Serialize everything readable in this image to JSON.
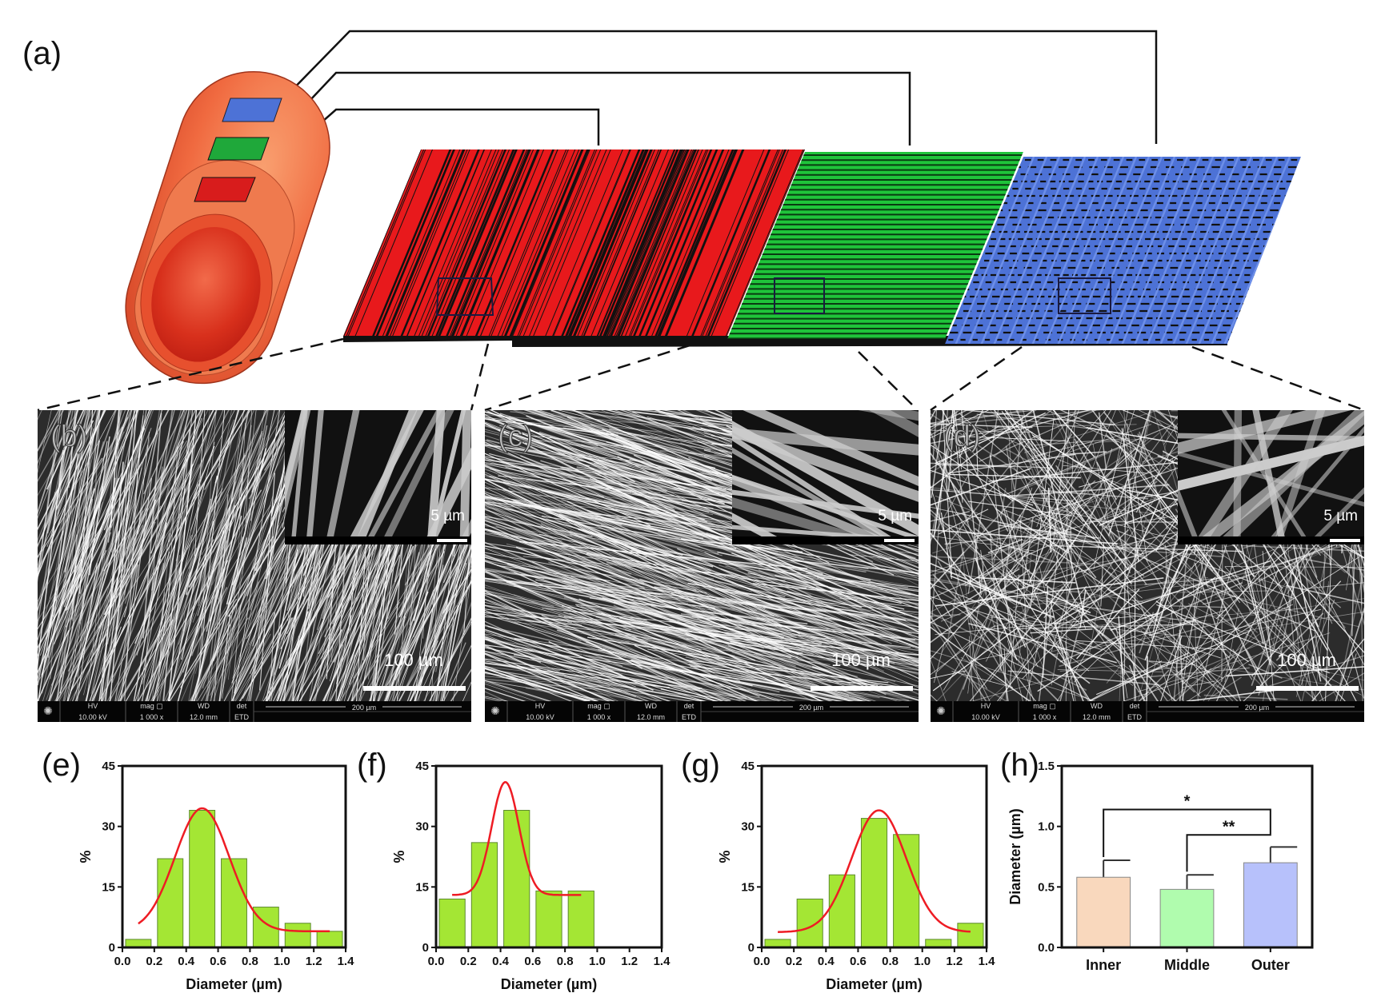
{
  "panel_labels": {
    "a": "(a)",
    "e": "(e)",
    "f": "(f)",
    "g": "(g)",
    "h": "(h)"
  },
  "colors": {
    "inner_layer": "#e8191c",
    "middle_layer": "#1fc43a",
    "outer_layer": "#4d72d6",
    "hist_bar": "#a4e634",
    "fit_line": "#ee1c24"
  },
  "sem": [
    {
      "label": "(b)",
      "scale_main": "100 µm",
      "scale_inset": "5 µm",
      "databar": {
        "hv_label": "HV",
        "hv": "10.00 kV",
        "mag_label": "mag ▢",
        "mag": "1 000 x",
        "wd_label": "WD",
        "wd": "12.0 mm",
        "det_label": "det",
        "det": "ETD",
        "hfw": "200 µm"
      }
    },
    {
      "label": "(c)",
      "scale_main": "100 µm",
      "scale_inset": "5 µm",
      "databar": {
        "hv_label": "HV",
        "hv": "10.00 kV",
        "mag_label": "mag ▢",
        "mag": "1 000 x",
        "wd_label": "WD",
        "wd": "12.0 mm",
        "det_label": "det",
        "det": "ETD",
        "hfw": "200 µm"
      }
    },
    {
      "label": "(d)",
      "scale_main": "100 µm",
      "scale_inset": "5 µm",
      "databar": {
        "hv_label": "HV",
        "hv": "10.00 kV",
        "mag_label": "mag ▢",
        "mag": "1 000 x",
        "wd_label": "WD",
        "wd": "12.0 mm",
        "det_label": "det",
        "det": "ETD",
        "hfw": "200 µm"
      }
    }
  ],
  "chart_data": [
    {
      "id": "e",
      "type": "bar",
      "title": "",
      "xlabel": "Diameter (µm)",
      "ylabel": "%",
      "xlim": [
        0,
        1.4
      ],
      "ylim": [
        0,
        45
      ],
      "xticks": [
        "0.0",
        "0.2",
        "0.4",
        "0.6",
        "0.8",
        "1.0",
        "1.2",
        "1.4"
      ],
      "yticks": [
        "0",
        "15",
        "30",
        "45"
      ],
      "x": [
        0.1,
        0.3,
        0.5,
        0.7,
        0.9,
        1.1,
        1.3
      ],
      "values": [
        2,
        22,
        34,
        22,
        10,
        6,
        4
      ],
      "fit": {
        "type": "gaussian",
        "baseline": 4,
        "amplitude": 30.5,
        "center": 0.5,
        "sigma": 0.17,
        "range": [
          0.1,
          1.3
        ]
      }
    },
    {
      "id": "f",
      "type": "bar",
      "title": "",
      "xlabel": "Diameter (µm)",
      "ylabel": "%",
      "xlim": [
        0,
        1.4
      ],
      "ylim": [
        0,
        45
      ],
      "xticks": [
        "0.0",
        "0.2",
        "0.4",
        "0.6",
        "0.8",
        "1.0",
        "1.2",
        "1.4"
      ],
      "yticks": [
        "0",
        "15",
        "30",
        "45"
      ],
      "x": [
        0.1,
        0.3,
        0.5,
        0.7,
        0.9
      ],
      "values": [
        12,
        26,
        34,
        14,
        14
      ],
      "fit": {
        "type": "gaussian",
        "baseline": 13,
        "amplitude": 28,
        "center": 0.43,
        "sigma": 0.085,
        "range": [
          0.1,
          0.9
        ]
      }
    },
    {
      "id": "g",
      "type": "bar",
      "title": "",
      "xlabel": "Diameter (µm)",
      "ylabel": "%",
      "xlim": [
        0,
        1.4
      ],
      "ylim": [
        0,
        45
      ],
      "xticks": [
        "0.0",
        "0.2",
        "0.4",
        "0.6",
        "0.8",
        "1.0",
        "1.2",
        "1.4"
      ],
      "yticks": [
        "0",
        "15",
        "30",
        "45"
      ],
      "x": [
        0.1,
        0.3,
        0.5,
        0.7,
        0.9,
        1.1,
        1.3
      ],
      "values": [
        2,
        12,
        18,
        32,
        28,
        2,
        6
      ],
      "fit": {
        "type": "gaussian",
        "baseline": 3.8,
        "amplitude": 30.2,
        "center": 0.73,
        "sigma": 0.17,
        "range": [
          0.1,
          1.3
        ]
      }
    },
    {
      "id": "h",
      "type": "bar",
      "title": "",
      "xlabel": "",
      "ylabel": "Diameter (µm)",
      "ylim": [
        0,
        1.5
      ],
      "yticks": [
        "0.0",
        "0.5",
        "1.0",
        "1.5"
      ],
      "categories": [
        "Inner",
        "Middle",
        "Outer"
      ],
      "values": [
        0.58,
        0.48,
        0.7
      ],
      "errors": [
        0.14,
        0.12,
        0.13
      ],
      "bar_colors": [
        "#f9d8bd",
        "#b0fcae",
        "#b7c1fb"
      ],
      "significance": [
        {
          "pair": [
            "Inner",
            "Outer"
          ],
          "label": "*"
        },
        {
          "pair": [
            "Middle",
            "Outer"
          ],
          "label": "**"
        }
      ]
    }
  ]
}
